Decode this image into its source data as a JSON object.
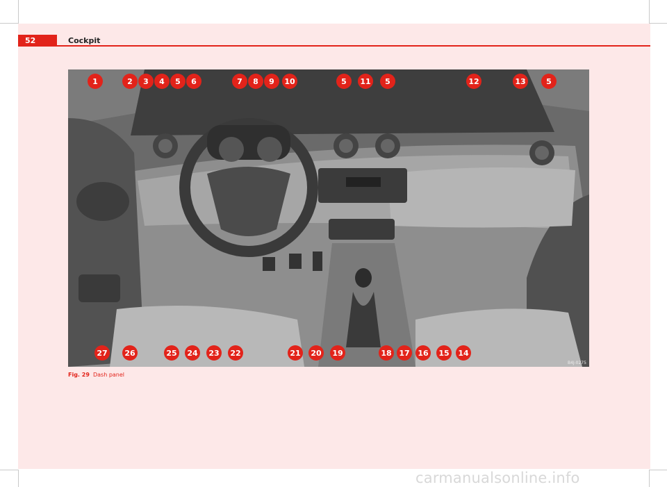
{
  "header": {
    "page_number": "52",
    "section_title": "Cockpit"
  },
  "figure": {
    "image_ref": "B4J-0275",
    "callouts_top": [
      "1",
      "2",
      "3",
      "4",
      "5",
      "6",
      "7",
      "8",
      "9",
      "10",
      "5",
      "11",
      "5",
      "12",
      "13",
      "5"
    ],
    "callouts_bottom": [
      "27",
      "26",
      "25",
      "24",
      "23",
      "22",
      "21",
      "20",
      "19",
      "18",
      "17",
      "16",
      "15",
      "14"
    ]
  },
  "caption": {
    "label": "Fig. 29",
    "text": "Dash panel"
  },
  "watermark": "carmanualsonline.info",
  "colors": {
    "accent": "#e2231a",
    "page_background": "#fde8e8"
  }
}
